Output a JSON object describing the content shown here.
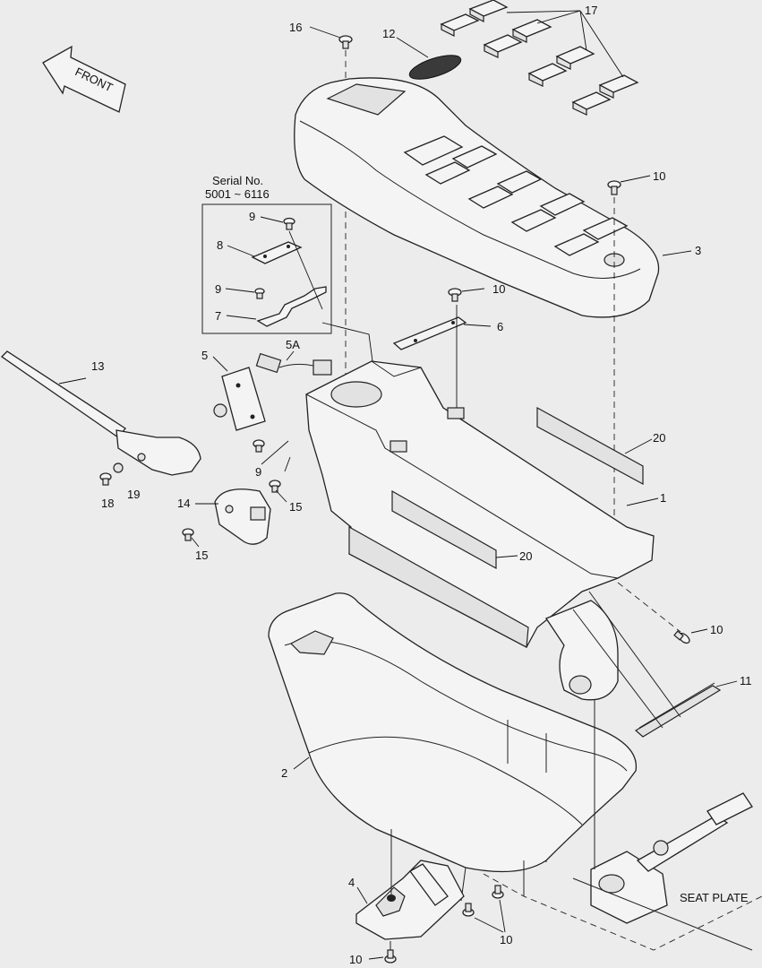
{
  "front_label": "FRONT",
  "serial_note": {
    "line1": "Serial No.",
    "line2": "5001 ~ 6116"
  },
  "seat_plate_label": "SEAT PLATE",
  "callouts": {
    "c16": "16",
    "c12": "12",
    "c17": "17",
    "c10a": "10",
    "c3": "3",
    "c9a": "9",
    "c8": "8",
    "c9b": "9",
    "c7": "7",
    "c10b": "10",
    "c6": "6",
    "c5": "5",
    "c5a": "5A",
    "c13": "13",
    "c9c": "9",
    "c15a": "15",
    "c14": "14",
    "c15b": "15",
    "c18": "18",
    "c19": "19",
    "c20a": "20",
    "c1": "1",
    "c20b": "20",
    "c10c": "10",
    "c11": "11",
    "c2": "2",
    "c4": "4",
    "c10d": "10",
    "c10e": "10"
  }
}
